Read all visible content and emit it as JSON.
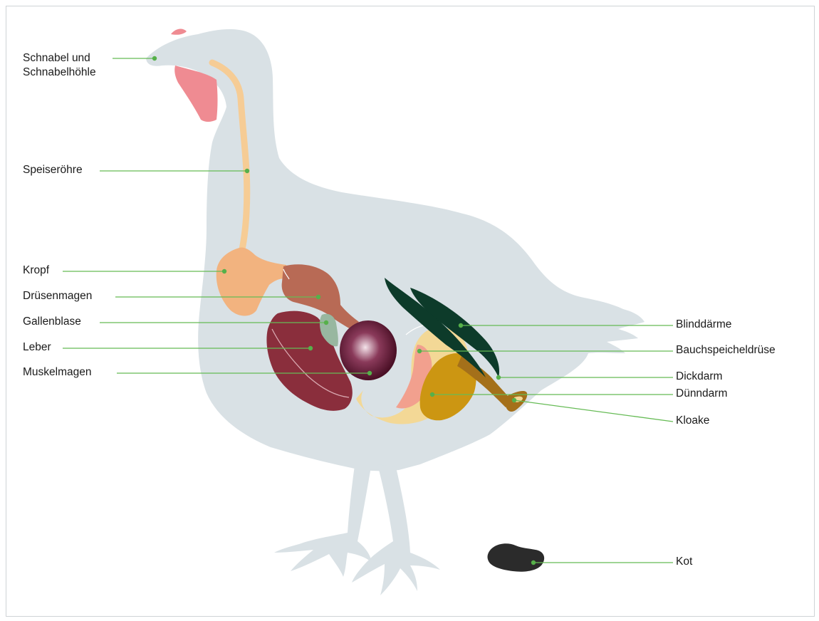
{
  "colors": {
    "silhouette": "#d9e1e5",
    "leader_line": "#66bb55",
    "dot": "#56b04a",
    "wattle": "#ef8b92",
    "esophagus": "#f6cc95",
    "crop": "#f2b37f",
    "proventriculus": "#b86a55",
    "gallbladder": "#98b7a0",
    "liver": "#8a2e3c",
    "gizzard": "#6b1530",
    "small_intestine": "#f3d896",
    "pancreas": "#f2a08e",
    "large_intestine": "#a4701a",
    "ceca": "#0d3b2a",
    "coiled_intestine": "#cc9612",
    "feces": "#2b2b2b"
  },
  "labels": {
    "beak": "Schnabel und\nSchnabelhöhle",
    "esophagus": "Speiseröhre",
    "crop": "Kropf",
    "proventriculus": "Drüsenmagen",
    "gallbladder": "Gallenblase",
    "liver": "Leber",
    "gizzard": "Muskelmagen",
    "ceca": "Blinddärme",
    "pancreas": "Bauchspeicheldrüse",
    "large_intestine": "Dickdarm",
    "small_intestine": "Dünndarm",
    "cloaca": "Kloake",
    "feces": "Kot"
  }
}
